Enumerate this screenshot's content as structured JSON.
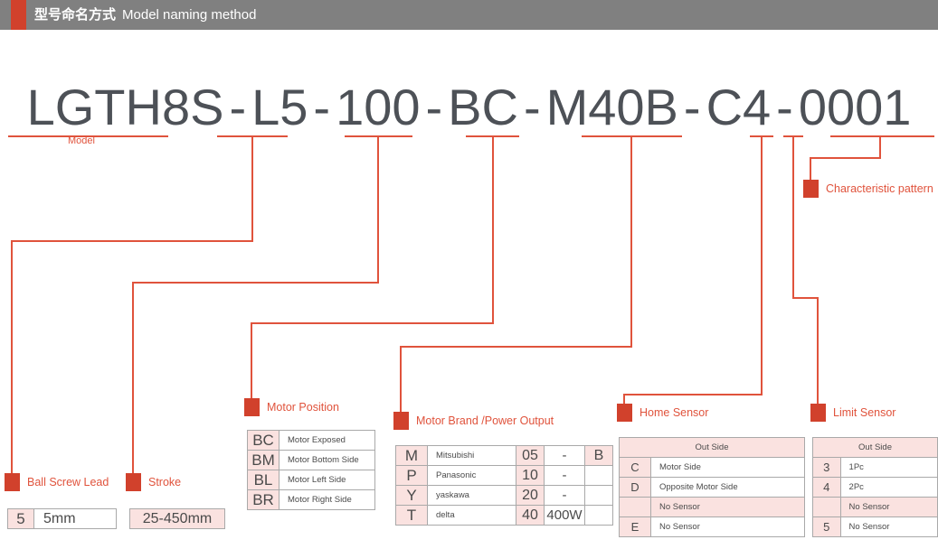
{
  "header": {
    "title_cn": "型号命名方式",
    "title_en": "Model naming method",
    "accent_color": "#d1412c",
    "bar_color": "#808080"
  },
  "theme": {
    "red": "#d1412c",
    "leader_red": "#e0533c",
    "pink_cell": "#fae2e0",
    "text_gray": "#4d5157"
  },
  "model_code": {
    "segments": [
      "LGTH8S",
      "L5",
      "100",
      "BC",
      "M40B",
      "C4",
      "0001"
    ],
    "separator": "-",
    "full": "LGTH8S - L5 - 100 - BC - M40B - C4 - 0001"
  },
  "callouts": {
    "model": "Model",
    "ball_screw_lead": "Ball Screw Lead",
    "stroke": "Stroke",
    "motor_position": "Motor Position",
    "motor_brand": "Motor Brand /Power Output",
    "home_sensor": "Home Sensor",
    "limit_sensor": "Limit Sensor",
    "characteristic_pattern": "Characteristic pattern"
  },
  "tables": {
    "ball_screw_lead": {
      "rows": [
        {
          "code": "5",
          "value": "5mm"
        }
      ]
    },
    "stroke": {
      "rows": [
        {
          "value": "25-450mm"
        }
      ]
    },
    "motor_position": {
      "rows": [
        {
          "code": "BC",
          "desc": "Motor Exposed"
        },
        {
          "code": "BM",
          "desc": "Motor Bottom Side"
        },
        {
          "code": "BL",
          "desc": "Motor Left Side"
        },
        {
          "code": "BR",
          "desc": "Motor Right Side"
        }
      ]
    },
    "motor_brand": {
      "rows": [
        {
          "code": "M",
          "brand": "Mitsubishi",
          "power_code": "05",
          "power": "-",
          "extra": "B"
        },
        {
          "code": "P",
          "brand": "Panasonic",
          "power_code": "10",
          "power": "-",
          "extra": ""
        },
        {
          "code": "Y",
          "brand": "yaskawa",
          "power_code": "20",
          "power": "-",
          "extra": ""
        },
        {
          "code": "T",
          "brand": "delta",
          "power_code": "40",
          "power": "400W",
          "extra": ""
        }
      ]
    },
    "home_sensor": {
      "groups": [
        {
          "header": "Out Side",
          "rows": [
            {
              "code": "C",
              "desc": "Motor Side"
            },
            {
              "code": "D",
              "desc": "Opposite Motor Side"
            }
          ]
        },
        {
          "header": "No Sensor",
          "rows": [
            {
              "code": "E",
              "desc": "No Sensor"
            }
          ]
        }
      ]
    },
    "limit_sensor": {
      "groups": [
        {
          "header": "Out Side",
          "rows": [
            {
              "code": "3",
              "desc": "1Pc"
            },
            {
              "code": "4",
              "desc": "2Pc"
            }
          ]
        },
        {
          "header": "No Sensor",
          "rows": [
            {
              "code": "5",
              "desc": "No Sensor"
            }
          ]
        }
      ]
    }
  }
}
